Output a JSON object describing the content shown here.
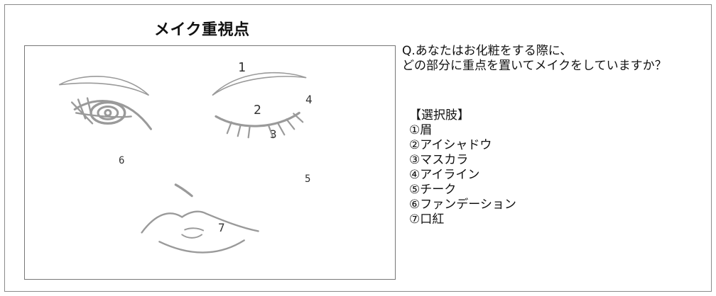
{
  "title": "メイク重視点",
  "question": {
    "line1": "Q.あなたはお化粧をする際に、",
    "line2": "どの部分に重点を置いてメイクをしていますか？"
  },
  "options": {
    "heading": "【選択肢】",
    "items": [
      "①眉",
      "②アイシャドウ",
      "③マスカラ",
      "④アイライン",
      "⑤チーク",
      "⑥ファンデーション",
      "⑦口紅"
    ]
  },
  "face_labels": {
    "n1": "1",
    "n2": "2",
    "n3": "3",
    "n4": "4",
    "n5": "5",
    "n6": "6",
    "n7": "7"
  },
  "colors": {
    "line": "#8f8f8f",
    "border": "#777777",
    "text": "#111111"
  }
}
